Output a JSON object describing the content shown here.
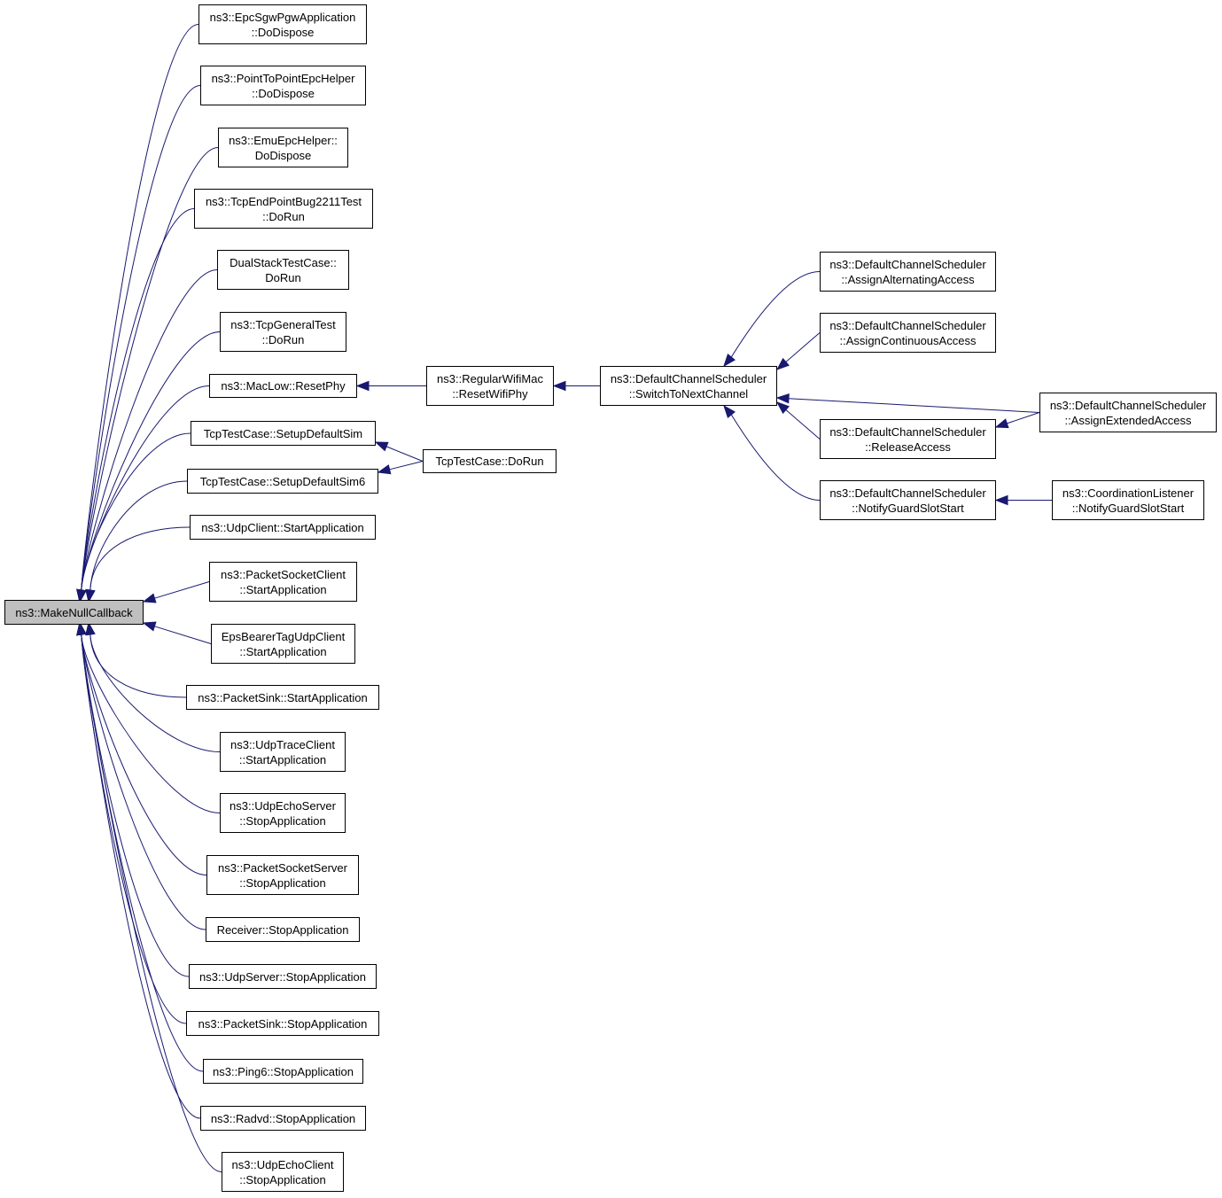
{
  "graph": {
    "root": "MakeNullCallback",
    "nodes": [
      {
        "id": "MakeNullCallback",
        "lines": [
          "ns3::MakeNullCallback"
        ],
        "highlight": true
      },
      {
        "id": "EpcSgwPgw",
        "lines": [
          "ns3::EpcSgwPgwApplication",
          "::DoDispose"
        ]
      },
      {
        "id": "P2PEpc",
        "lines": [
          "ns3::PointToPointEpcHelper",
          "::DoDispose"
        ]
      },
      {
        "id": "EmuEpc",
        "lines": [
          "ns3::EmuEpcHelper::",
          "DoDispose"
        ]
      },
      {
        "id": "TcpEndPoint",
        "lines": [
          "ns3::TcpEndPointBug2211Test",
          "::DoRun"
        ]
      },
      {
        "id": "DualStack",
        "lines": [
          "DualStackTestCase::",
          "DoRun"
        ]
      },
      {
        "id": "TcpGeneral",
        "lines": [
          "ns3::TcpGeneralTest",
          "::DoRun"
        ]
      },
      {
        "id": "MacLowReset",
        "lines": [
          "ns3::MacLow::ResetPhy"
        ]
      },
      {
        "id": "SetupSim",
        "lines": [
          "TcpTestCase::SetupDefaultSim"
        ]
      },
      {
        "id": "SetupSim6",
        "lines": [
          "TcpTestCase::SetupDefaultSim6"
        ]
      },
      {
        "id": "UdpClientStart",
        "lines": [
          "ns3::UdpClient::StartApplication"
        ]
      },
      {
        "id": "PktSockClientStart",
        "lines": [
          "ns3::PacketSocketClient",
          "::StartApplication"
        ]
      },
      {
        "id": "EpsBearer",
        "lines": [
          "EpsBearerTagUdpClient",
          "::StartApplication"
        ]
      },
      {
        "id": "PktSinkStart",
        "lines": [
          "ns3::PacketSink::StartApplication"
        ]
      },
      {
        "id": "UdpTraceStart",
        "lines": [
          "ns3::UdpTraceClient",
          "::StartApplication"
        ]
      },
      {
        "id": "UdpEchoServerStop",
        "lines": [
          "ns3::UdpEchoServer",
          "::StopApplication"
        ]
      },
      {
        "id": "PktSockServerStop",
        "lines": [
          "ns3::PacketSocketServer",
          "::StopApplication"
        ]
      },
      {
        "id": "ReceiverStop",
        "lines": [
          "Receiver::StopApplication"
        ]
      },
      {
        "id": "UdpServerStop",
        "lines": [
          "ns3::UdpServer::StopApplication"
        ]
      },
      {
        "id": "PktSinkStop",
        "lines": [
          "ns3::PacketSink::StopApplication"
        ]
      },
      {
        "id": "Ping6Stop",
        "lines": [
          "ns3::Ping6::StopApplication"
        ]
      },
      {
        "id": "RadvdStop",
        "lines": [
          "ns3::Radvd::StopApplication"
        ]
      },
      {
        "id": "UdpEchoClientStop",
        "lines": [
          "ns3::UdpEchoClient",
          "::StopApplication"
        ]
      },
      {
        "id": "RegularWifiMac",
        "lines": [
          "ns3::RegularWifiMac",
          "::ResetWifiPhy"
        ]
      },
      {
        "id": "TcpDoRun",
        "lines": [
          "TcpTestCase::DoRun"
        ]
      },
      {
        "id": "SwitchToNext",
        "lines": [
          "ns3::DefaultChannelScheduler",
          "::SwitchToNextChannel"
        ]
      },
      {
        "id": "AssignAlternating",
        "lines": [
          "ns3::DefaultChannelScheduler",
          "::AssignAlternatingAccess"
        ]
      },
      {
        "id": "AssignContinuous",
        "lines": [
          "ns3::DefaultChannelScheduler",
          "::AssignContinuousAccess"
        ]
      },
      {
        "id": "ReleaseAccess",
        "lines": [
          "ns3::DefaultChannelScheduler",
          "::ReleaseAccess"
        ]
      },
      {
        "id": "NotifyGuardDCS",
        "lines": [
          "ns3::DefaultChannelScheduler",
          "::NotifyGuardSlotStart"
        ]
      },
      {
        "id": "AssignExtended",
        "lines": [
          "ns3::DefaultChannelScheduler",
          "::AssignExtendedAccess"
        ]
      },
      {
        "id": "NotifyGuardCL",
        "lines": [
          "ns3::CoordinationListener",
          "::NotifyGuardSlotStart"
        ]
      }
    ],
    "edges": [
      {
        "from": "EpcSgwPgw",
        "to": "MakeNullCallback"
      },
      {
        "from": "P2PEpc",
        "to": "MakeNullCallback"
      },
      {
        "from": "EmuEpc",
        "to": "MakeNullCallback"
      },
      {
        "from": "TcpEndPoint",
        "to": "MakeNullCallback"
      },
      {
        "from": "DualStack",
        "to": "MakeNullCallback"
      },
      {
        "from": "TcpGeneral",
        "to": "MakeNullCallback"
      },
      {
        "from": "MacLowReset",
        "to": "MakeNullCallback"
      },
      {
        "from": "SetupSim",
        "to": "MakeNullCallback"
      },
      {
        "from": "SetupSim6",
        "to": "MakeNullCallback"
      },
      {
        "from": "UdpClientStart",
        "to": "MakeNullCallback"
      },
      {
        "from": "PktSockClientStart",
        "to": "MakeNullCallback"
      },
      {
        "from": "EpsBearer",
        "to": "MakeNullCallback"
      },
      {
        "from": "PktSinkStart",
        "to": "MakeNullCallback"
      },
      {
        "from": "UdpTraceStart",
        "to": "MakeNullCallback"
      },
      {
        "from": "UdpEchoServerStop",
        "to": "MakeNullCallback"
      },
      {
        "from": "PktSockServerStop",
        "to": "MakeNullCallback"
      },
      {
        "from": "ReceiverStop",
        "to": "MakeNullCallback"
      },
      {
        "from": "UdpServerStop",
        "to": "MakeNullCallback"
      },
      {
        "from": "PktSinkStop",
        "to": "MakeNullCallback"
      },
      {
        "from": "Ping6Stop",
        "to": "MakeNullCallback"
      },
      {
        "from": "RadvdStop",
        "to": "MakeNullCallback"
      },
      {
        "from": "UdpEchoClientStop",
        "to": "MakeNullCallback"
      },
      {
        "from": "RegularWifiMac",
        "to": "MacLowReset"
      },
      {
        "from": "TcpDoRun",
        "to": "SetupSim"
      },
      {
        "from": "TcpDoRun",
        "to": "SetupSim6"
      },
      {
        "from": "SwitchToNext",
        "to": "RegularWifiMac"
      },
      {
        "from": "AssignAlternating",
        "to": "SwitchToNext"
      },
      {
        "from": "AssignContinuous",
        "to": "SwitchToNext"
      },
      {
        "from": "AssignExtended",
        "to": "SwitchToNext"
      },
      {
        "from": "ReleaseAccess",
        "to": "SwitchToNext"
      },
      {
        "from": "NotifyGuardDCS",
        "to": "SwitchToNext"
      },
      {
        "from": "AssignExtended",
        "to": "ReleaseAccess"
      },
      {
        "from": "NotifyGuardCL",
        "to": "NotifyGuardDCS"
      }
    ]
  },
  "colors": {
    "edge": "#191970",
    "root_fill": "#bfbfbf",
    "node_fill": "#ffffff",
    "border": "#000000"
  }
}
